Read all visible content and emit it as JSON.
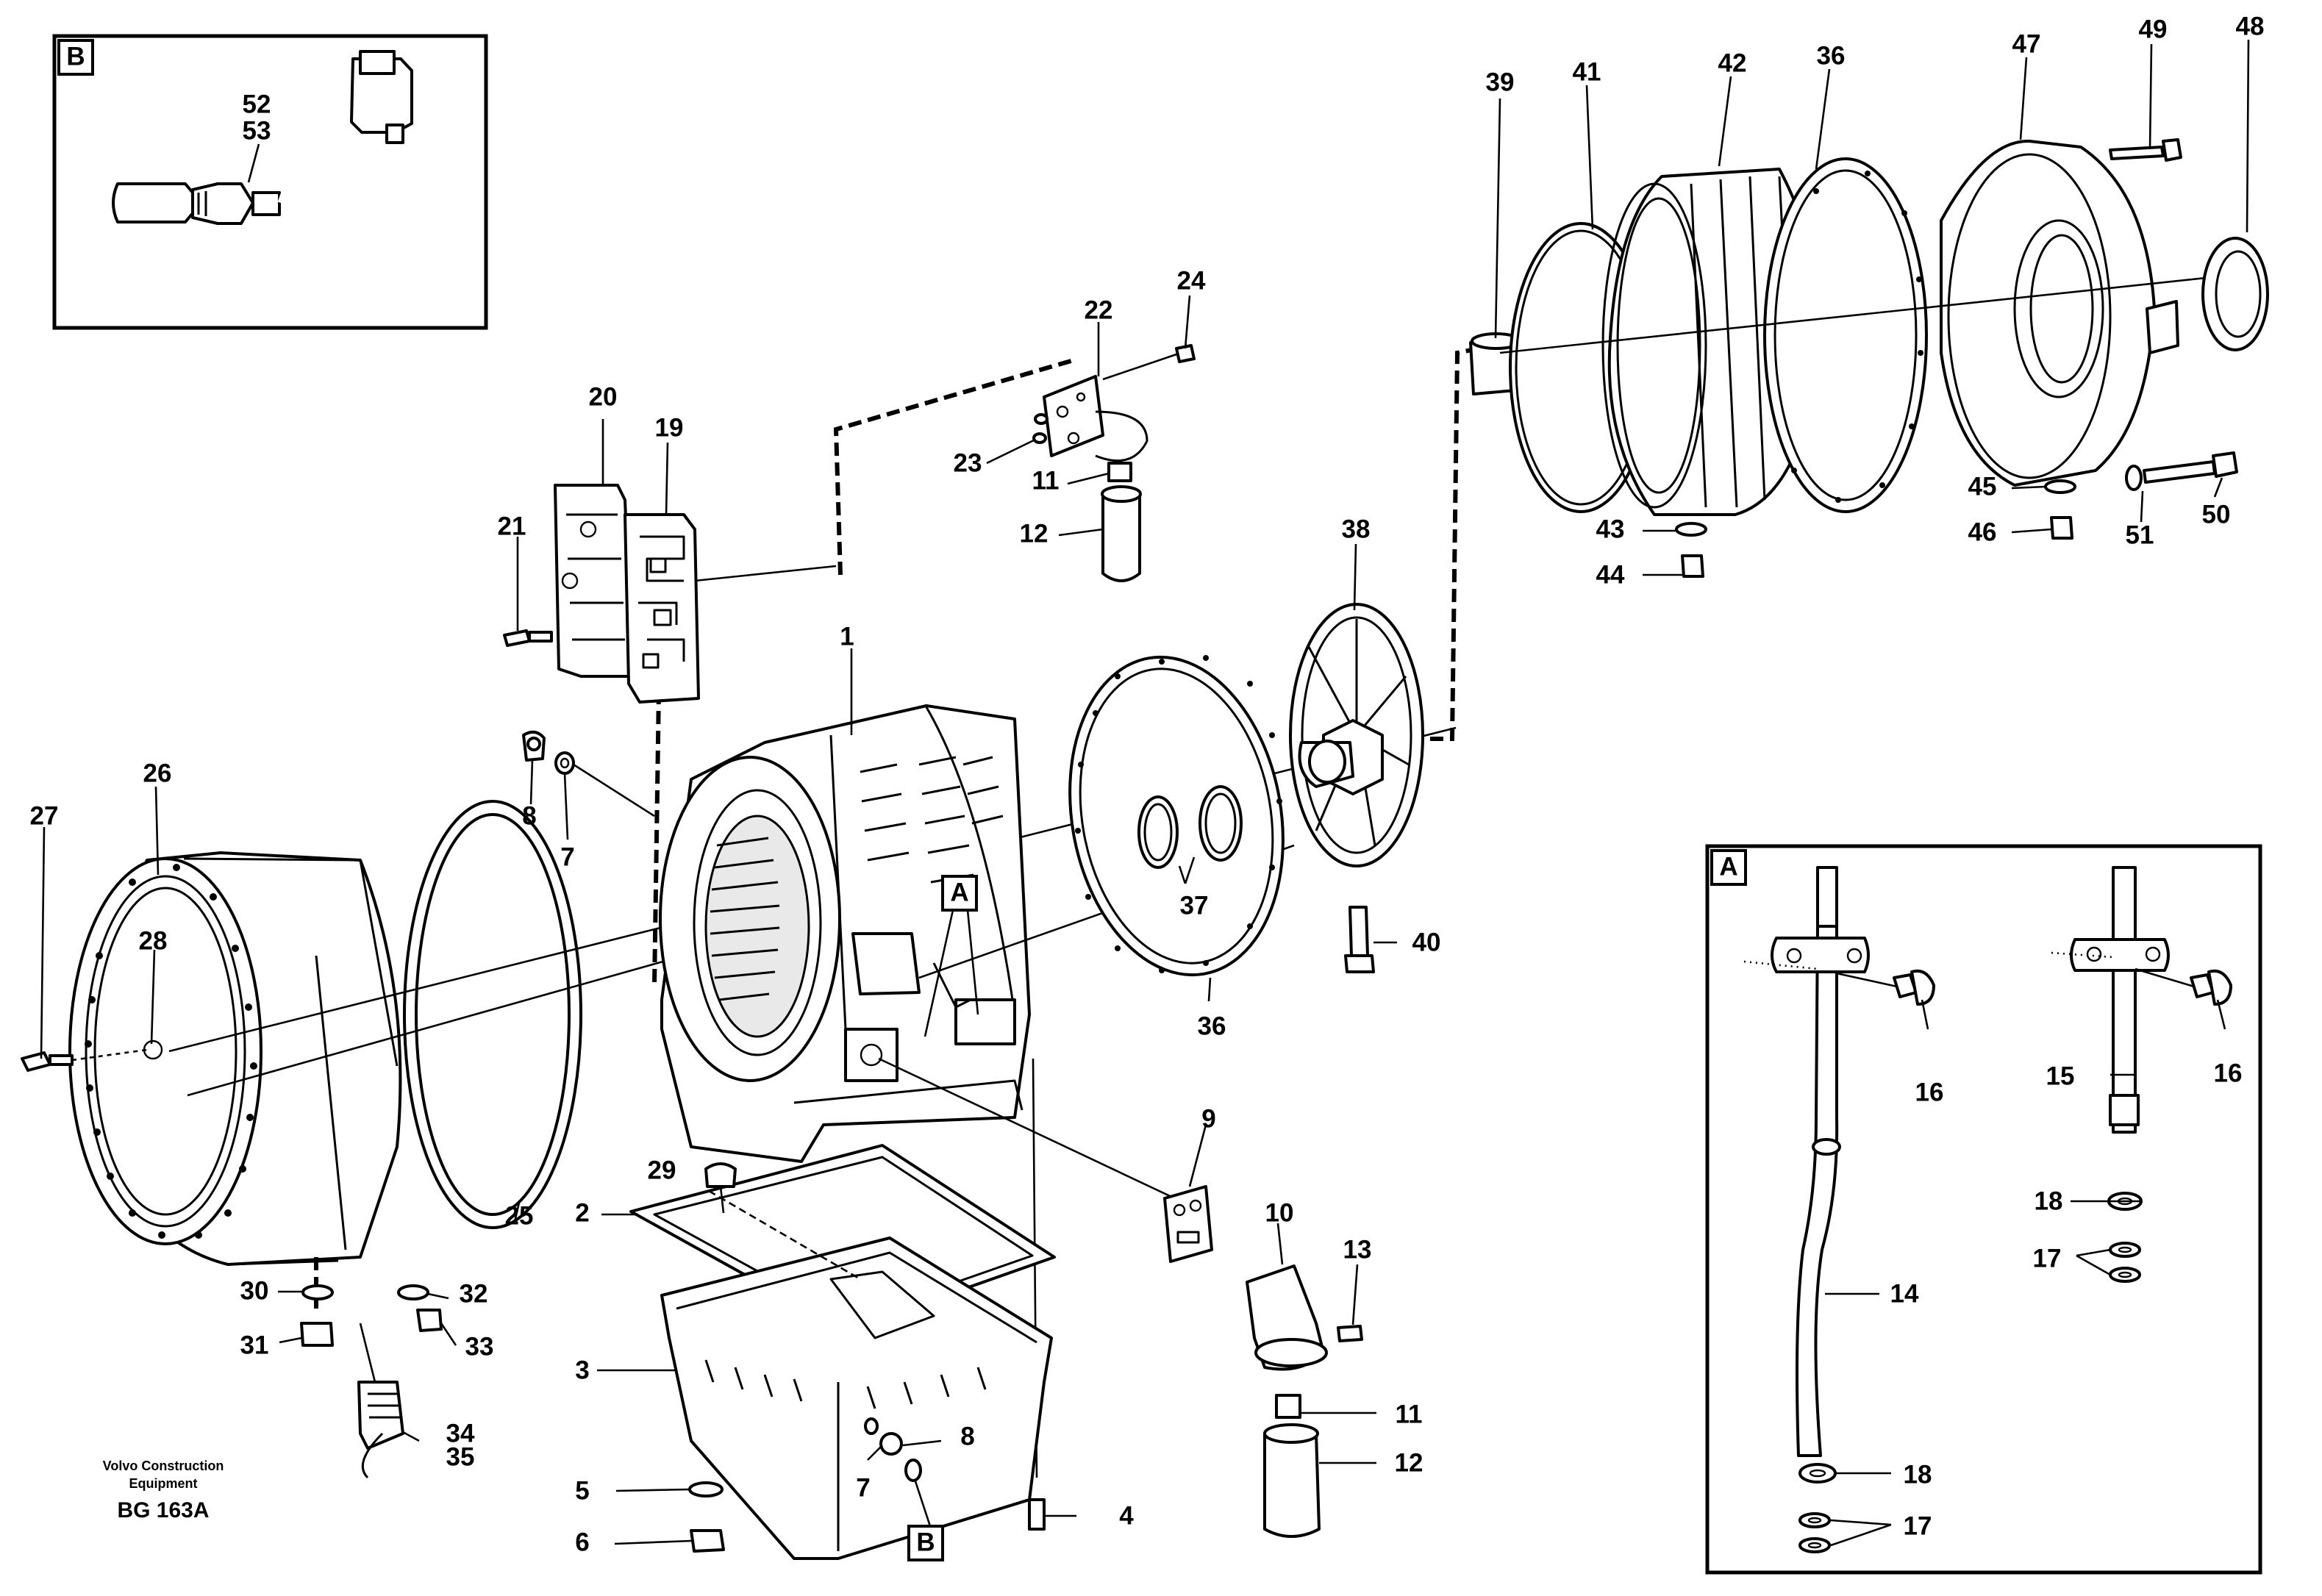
{
  "callouts": {
    "c1": "1",
    "c2": "2",
    "c3": "3",
    "c4": "4",
    "c5": "5",
    "c6": "6",
    "c7a": "7",
    "c7b": "7",
    "c8a": "8",
    "c8b": "8",
    "c9": "9",
    "c10": "10",
    "c11a": "11",
    "c11b": "11",
    "c12a": "12",
    "c12b": "12",
    "c13": "13",
    "c14": "14",
    "c15": "15",
    "c16a": "16",
    "c16b": "16",
    "c17a": "17",
    "c17b": "17",
    "c18a": "18",
    "c18b": "18",
    "c19": "19",
    "c20": "20",
    "c21": "21",
    "c22": "22",
    "c23": "23",
    "c24": "24",
    "c25": "25",
    "c26": "26",
    "c27": "27",
    "c28": "28",
    "c29": "29",
    "c30": "30",
    "c31": "31",
    "c32": "32",
    "c33": "33",
    "c34": "34",
    "c35": "35",
    "c36a": "36",
    "c36b": "36",
    "c37": "37",
    "c38": "38",
    "c39": "39",
    "c40": "40",
    "c41": "41",
    "c42": "42",
    "c43": "43",
    "c44": "44",
    "c45": "45",
    "c46": "46",
    "c47": "47",
    "c48": "48",
    "c49": "49",
    "c50": "50",
    "c51": "51",
    "c52": "52",
    "c53": "53"
  },
  "detail_tags": {
    "a_box": "A",
    "a_main": "A",
    "b_box": "B",
    "b_main": "B"
  },
  "footer": {
    "publisher_line1": "Volvo Construction",
    "publisher_line2": "Equipment",
    "drawing_id": "BG 163A"
  }
}
